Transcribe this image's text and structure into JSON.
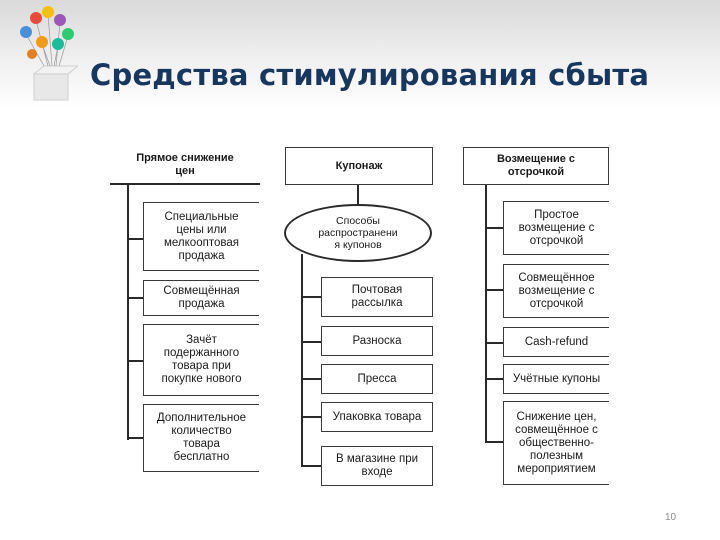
{
  "title": "Средства стимулирования сбыта",
  "page_number": "10",
  "logo": {
    "icon": "lightbulb-balloons-icon"
  },
  "columns": [
    {
      "header": "Прямое снижение\nцен",
      "items": [
        "Специальные\nцены или\nмелкооптовая\nпродажа",
        "Совмещённая\nпродажа",
        "Зачёт\nподержанного\nтовара при\nпокупке нового",
        "Дополнительное\nколичество\nтовара\nбесплатно"
      ]
    },
    {
      "header": "Купонаж",
      "subheader": "Способы\nраспространени\nя купонов",
      "items": [
        "Почтовая\nрассылка",
        "Разноска",
        "Пресса",
        "Упаковка товара",
        "В магазине при\nвходе"
      ]
    },
    {
      "header": "Возмещение с\nотсрочкой",
      "items": [
        "Простое\nвозмещение с\nотсрочкой",
        "Совмещённое\nвозмещение с\nотсрочкой",
        "Cash-refund",
        "Учётные купоны",
        "Снижение цен,\nсовмещённое с\nобщественно-\nполезным\nмероприятием"
      ]
    }
  ]
}
